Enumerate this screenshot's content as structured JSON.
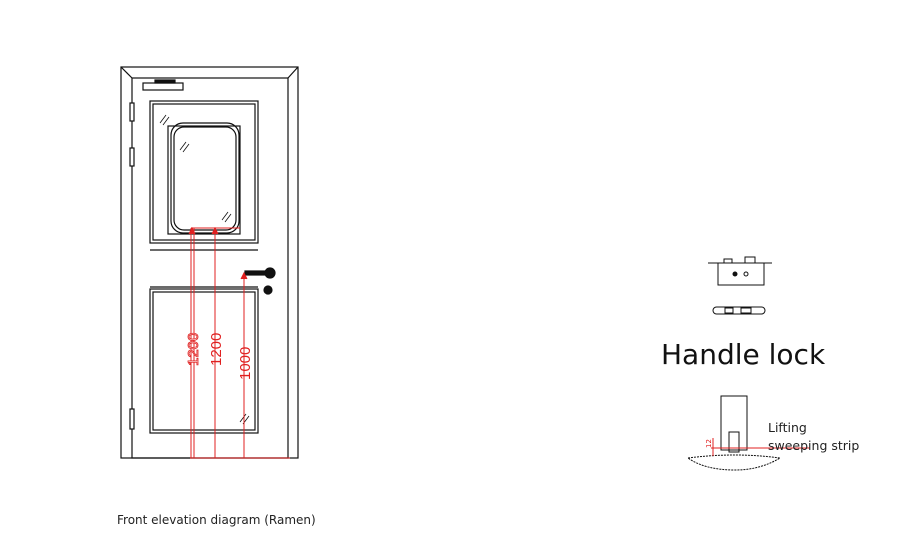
{
  "front_elevation": {
    "caption": "Front elevation diagram (Ramen)",
    "dimensions": [
      "1200",
      "1200",
      "1000"
    ]
  },
  "hardware": {
    "handle_lock_label": "Handle lock",
    "strip_label_line1": "Lifting",
    "strip_label_line2": "sweeping strip",
    "strip_dimension": "12"
  },
  "colors": {
    "line": "#111111",
    "dimension": "#e02020"
  }
}
